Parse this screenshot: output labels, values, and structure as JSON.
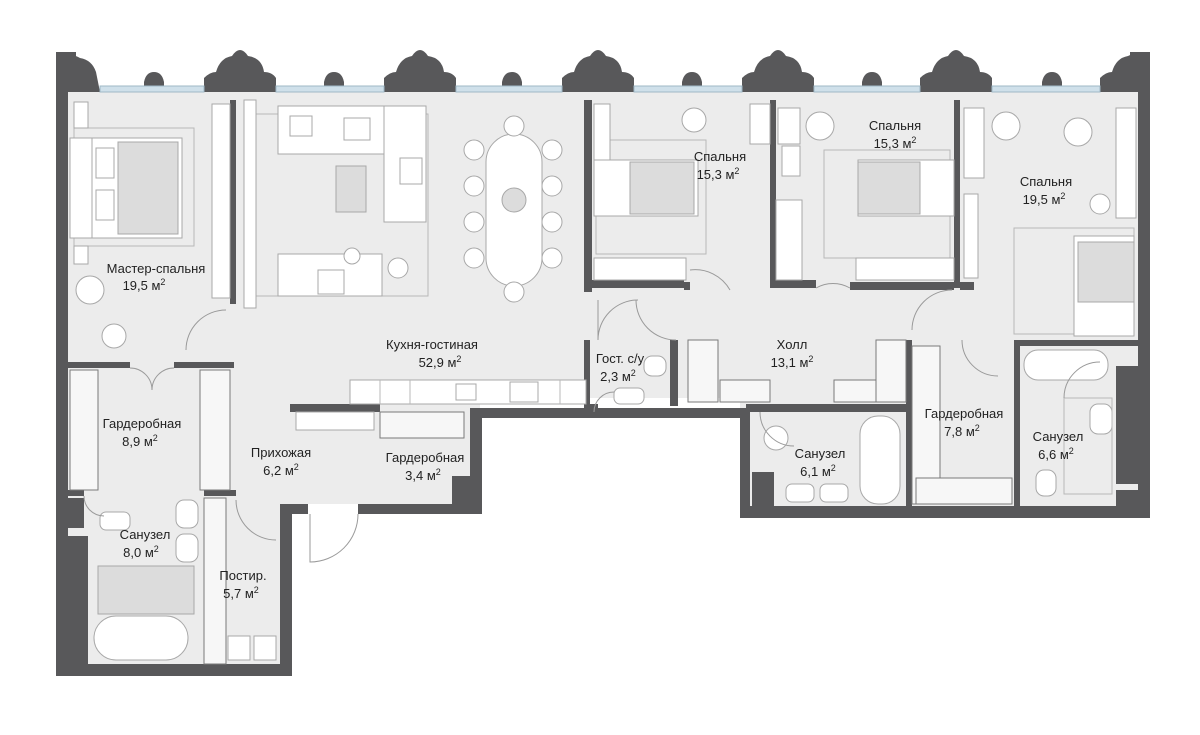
{
  "rooms": [
    {
      "id": "master",
      "name": "Мастер-спальня",
      "area": "19,5 м",
      "sup": "2"
    },
    {
      "id": "kitchen",
      "name": "Кухня-гостиная",
      "area": "52,9 м",
      "sup": "2"
    },
    {
      "id": "bed2",
      "name": "Спальня",
      "area": "15,3 м",
      "sup": "2"
    },
    {
      "id": "bed3",
      "name": "Спальня",
      "area": "15,3 м",
      "sup": "2"
    },
    {
      "id": "bed4",
      "name": "Спальня",
      "area": "19,5 м",
      "sup": "2"
    },
    {
      "id": "guestwc",
      "name": "Гост. с/у",
      "area": "2,3 м",
      "sup": "2"
    },
    {
      "id": "hall",
      "name": "Холл",
      "area": "13,1 м",
      "sup": "2"
    },
    {
      "id": "wardrobe1",
      "name": "Гардеробная",
      "area": "8,9 м",
      "sup": "2"
    },
    {
      "id": "entry",
      "name": "Прихожая",
      "area": "6,2 м",
      "sup": "2"
    },
    {
      "id": "wardrobe2",
      "name": "Гардеробная",
      "area": "3,4 м",
      "sup": "2"
    },
    {
      "id": "bath1",
      "name": "Санузел",
      "area": "6,1 м",
      "sup": "2"
    },
    {
      "id": "wardrobe3",
      "name": "Гардеробная",
      "area": "7,8 м",
      "sup": "2"
    },
    {
      "id": "bath2",
      "name": "Санузел",
      "area": "6,6 м",
      "sup": "2"
    },
    {
      "id": "bath3",
      "name": "Санузел",
      "area": "8,0 м",
      "sup": "2"
    },
    {
      "id": "laundry",
      "name": "Постир.",
      "area": "5,7 м",
      "sup": "2"
    }
  ],
  "colors": {
    "wall": "#58585a",
    "floor": "#ececec",
    "window": "#cfe0ea"
  }
}
